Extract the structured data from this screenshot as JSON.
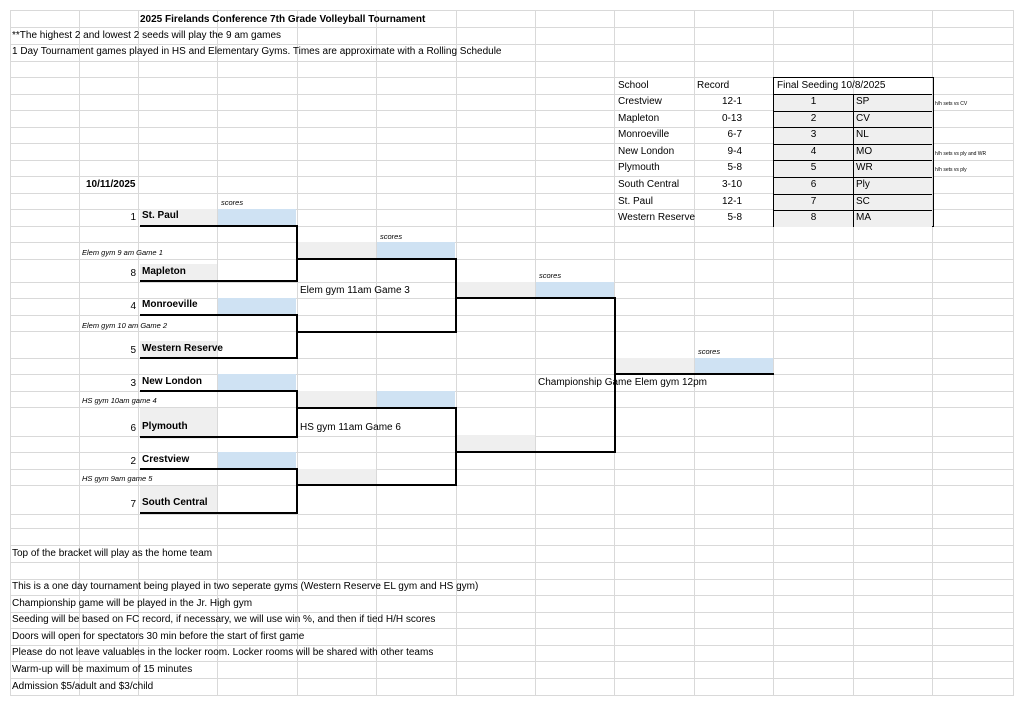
{
  "title": "2025 Firelands Conference 7th Grade Volleyball Tournament",
  "note1": "**The highest 2 and lowest 2 seeds will play the 9 am games",
  "note2": "1 Day Tournament games played in HS and Elementary Gyms. Times are approximate with a Rolling Schedule",
  "date": "10/11/2025",
  "scores_label": "scores",
  "bracket": {
    "r1": [
      {
        "seed": "1",
        "team": "St. Paul"
      },
      {
        "seed": "8",
        "team": "Mapleton"
      },
      {
        "seed": "4",
        "team": "Monroeville"
      },
      {
        "seed": "5",
        "team": "Western Reserve"
      },
      {
        "seed": "3",
        "team": "New London"
      },
      {
        "seed": "6",
        "team": "Plymouth"
      },
      {
        "seed": "2",
        "team": "Crestview"
      },
      {
        "seed": "7",
        "team": "South Central"
      }
    ],
    "game1": "Elem gym 9 am Game 1",
    "game2": "Elem gym 10 am Game 2",
    "game4": "HS gym 10am game 4",
    "game5": "HS gym 9am game 5",
    "game3": "Elem gym 11am Game 3",
    "game6": "HS gym 11am Game 6",
    "championship": "Championship Game Elem gym 12pm"
  },
  "records": {
    "headers": [
      "School",
      "Record"
    ],
    "rows": [
      {
        "school": "Crestview",
        "record": "12-1"
      },
      {
        "school": "Mapleton",
        "record": "0-13"
      },
      {
        "school": "Monroeville",
        "record": "6-7"
      },
      {
        "school": "New London",
        "record": "9-4"
      },
      {
        "school": "Plymouth",
        "record": "5-8"
      },
      {
        "school": "South Central",
        "record": "3-10"
      },
      {
        "school": "St. Paul",
        "record": "12-1"
      },
      {
        "school": "Western Reserve",
        "record": "5-8"
      }
    ]
  },
  "seeding": {
    "header": "Final Seeding 10/8/2025",
    "rows": [
      {
        "seed": "1",
        "abbr": "SP"
      },
      {
        "seed": "2",
        "abbr": "CV"
      },
      {
        "seed": "3",
        "abbr": "NL"
      },
      {
        "seed": "4",
        "abbr": "MO"
      },
      {
        "seed": "5",
        "abbr": "WR"
      },
      {
        "seed": "6",
        "abbr": "Ply"
      },
      {
        "seed": "7",
        "abbr": "SC"
      },
      {
        "seed": "8",
        "abbr": "MA"
      }
    ],
    "tiebreak_notes": [
      "h/h sets vs CV",
      "h/h sets vs ply and WR",
      "h/h sets vs ply"
    ]
  },
  "footer": {
    "home_team": "Top of the bracket will play as the home team",
    "lines": [
      "This is a one day tournament being played in two seperate gyms (Western Reserve EL gym and HS gym)",
      "Championship game will be played in the Jr. High gym",
      "Seeding will be based on FC record, if necessary, we will use win %, and then if tied H/H scores",
      "Doors will open for spectators 30 min before the start of first game",
      "Please do not leave valuables in the locker room. Locker rooms will be shared with other teams",
      "Warm-up will be maximum of 15 minutes",
      "Admission $5/adult and $3/child"
    ]
  }
}
